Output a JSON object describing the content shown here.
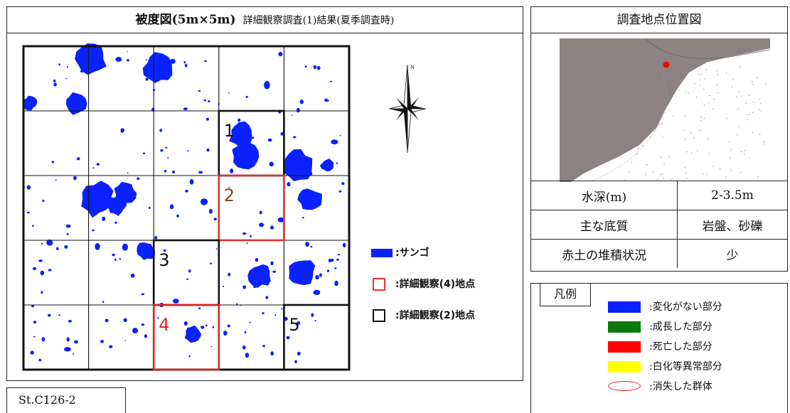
{
  "title": {
    "main": "被度図(5m×5m)",
    "sub": "詳細観察調査(1)結果(夏季調査時)"
  },
  "grid": {
    "rows": 5,
    "cols": 5,
    "cell_labels": [
      {
        "text": "1",
        "row": 1,
        "col": 3,
        "color": "#111111"
      },
      {
        "text": "2",
        "row": 2,
        "col": 3,
        "color": "#8b4513"
      },
      {
        "text": "3",
        "row": 3,
        "col": 2,
        "color": "#111111"
      },
      {
        "text": "4",
        "row": 4,
        "col": 2,
        "color": "#e02020"
      },
      {
        "text": "5",
        "row": 4,
        "col": 4,
        "color": "#111111"
      }
    ],
    "highlights": [
      {
        "row": 1,
        "col": 3,
        "color": "#111111"
      },
      {
        "row": 2,
        "col": 3,
        "color": "#e03030"
      },
      {
        "row": 3,
        "col": 2,
        "color": "#111111"
      },
      {
        "row": 4,
        "col": 2,
        "color": "#e02020"
      },
      {
        "row": 4,
        "col": 4,
        "color": "#111111"
      }
    ]
  },
  "compass": {
    "north_label": "N",
    "icon": "compass-rose-icon"
  },
  "map_legend": [
    {
      "label": ":サンゴ",
      "swatch": "fill",
      "color": "#0a22ff"
    },
    {
      "label": ":詳細観察(4)地点",
      "swatch": "box",
      "color": "#e03030"
    },
    {
      "label": ":詳細観察(2)地点",
      "swatch": "box",
      "color": "#111111"
    }
  ],
  "station": "St.C126-2",
  "location": {
    "title": "調査地点位置図",
    "marker_color": "#ff0000"
  },
  "info": [
    {
      "label": "水深(m)",
      "value": "2-3.5m"
    },
    {
      "label": "主な底質",
      "value": "岩盤、砂礫"
    },
    {
      "label": "赤土の堆積状況",
      "value": "少"
    }
  ],
  "legend": {
    "title": "凡例",
    "items": [
      {
        "label": ":変化がない部分",
        "swatch": "fill",
        "color": "#0a22ff"
      },
      {
        "label": ":成長した部分",
        "swatch": "fill",
        "color": "#0b7a0b"
      },
      {
        "label": ":死亡した部分",
        "swatch": "fill",
        "color": "#ff0000"
      },
      {
        "label": ":白化等異常部分",
        "swatch": "fill",
        "color": "#ffff00"
      },
      {
        "label": ":消失した群体",
        "swatch": "ellipse",
        "color": "#e02020"
      }
    ]
  },
  "colors": {
    "coral": "#0a22ff",
    "land": "#8c8282"
  }
}
